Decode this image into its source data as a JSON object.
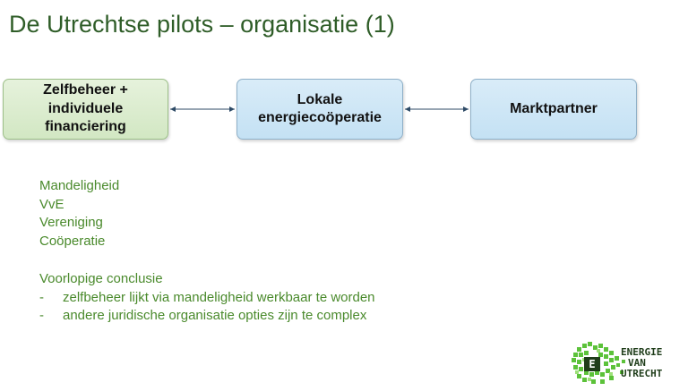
{
  "title": "De Utrechtse pilots – organisatie (1)",
  "diagram": {
    "nodes": [
      {
        "id": "zelfbeheer",
        "label_lines": [
          "Zelfbeheer +",
          "individuele",
          "financiering"
        ],
        "fill": "#d9ecce"
      },
      {
        "id": "lokale",
        "label_lines": [
          "Lokale",
          "energiecoöperatie"
        ],
        "fill": "#cfe7f6"
      },
      {
        "id": "markt",
        "label_lines": [
          "Marktpartner"
        ],
        "fill": "#cfe7f6"
      }
    ],
    "edges": [
      {
        "from": "zelfbeheer",
        "to": "lokale",
        "direction": "both"
      },
      {
        "from": "lokale",
        "to": "markt",
        "direction": "both"
      }
    ]
  },
  "options": [
    "Mandeligheid",
    "VvE",
    "Vereniging",
    "Coöperatie"
  ],
  "conclusion": {
    "heading": "Voorlopige conclusie",
    "bullet_marker": "-",
    "bullets": [
      "zelfbeheer lijkt via mandeligheid werkbaar te worden",
      "andere juridische organisatie opties zijn te complex"
    ]
  },
  "logo": {
    "lines": [
      "ENERGIE",
      "VAN",
      "UTRECHT"
    ],
    "badge": "E"
  },
  "colors": {
    "title": "#2f5d28",
    "text_green": "#4a8a2c",
    "arrow": "#2e4a66"
  }
}
